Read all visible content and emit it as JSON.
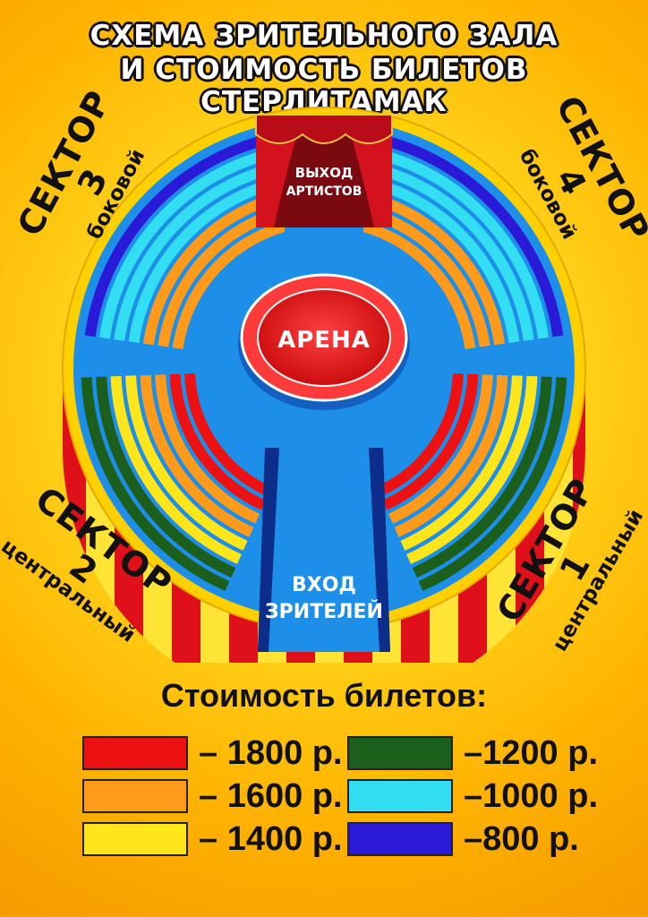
{
  "title": {
    "line1": "СХЕМА ЗРИТЕЛЬНОГО ЗАЛА",
    "line2": "И СТОИМОСТЬ БИЛЕТОВ СТЕРЛИТАМАК"
  },
  "sectors": [
    {
      "id": "sector3",
      "name": "СЕКТОР 3",
      "type": "боковой"
    },
    {
      "id": "sector4",
      "name": "СЕКТОР 4",
      "type": "боковой"
    },
    {
      "id": "sector2",
      "name": "СЕКТОР 2",
      "type": "центральный"
    },
    {
      "id": "sector1",
      "name": "СЕКТОР 1",
      "type": "центральный"
    }
  ],
  "map": {
    "arena_label": "АРЕНА",
    "artist_exit_line1": "ВЫХОД",
    "artist_exit_line2": "АРТИСТОВ",
    "entrance_line1": "ВХОД",
    "entrance_line2": "ЗРИТЕЛЕЙ"
  },
  "legend": {
    "title": "Стоимость билетов:",
    "items": [
      {
        "color": "#ee1111",
        "price": "– 1800 р."
      },
      {
        "color": "#ff9a1a",
        "price": "– 1600 р."
      },
      {
        "color": "#ffe61a",
        "price": "– 1400 р."
      },
      {
        "color": "#1c5e1c",
        "price": "–1200 р."
      },
      {
        "color": "#33ddf2",
        "price": "–1000 р."
      },
      {
        "color": "#2a1ad8",
        "price": "–800 р."
      }
    ]
  },
  "colors": {
    "hall_blue": "#1e8fe8",
    "curtain_red": "#c8101e",
    "arena_red": "#e81818",
    "stripe_red": "#e0101a",
    "stripe_yellow": "#ffe436"
  }
}
